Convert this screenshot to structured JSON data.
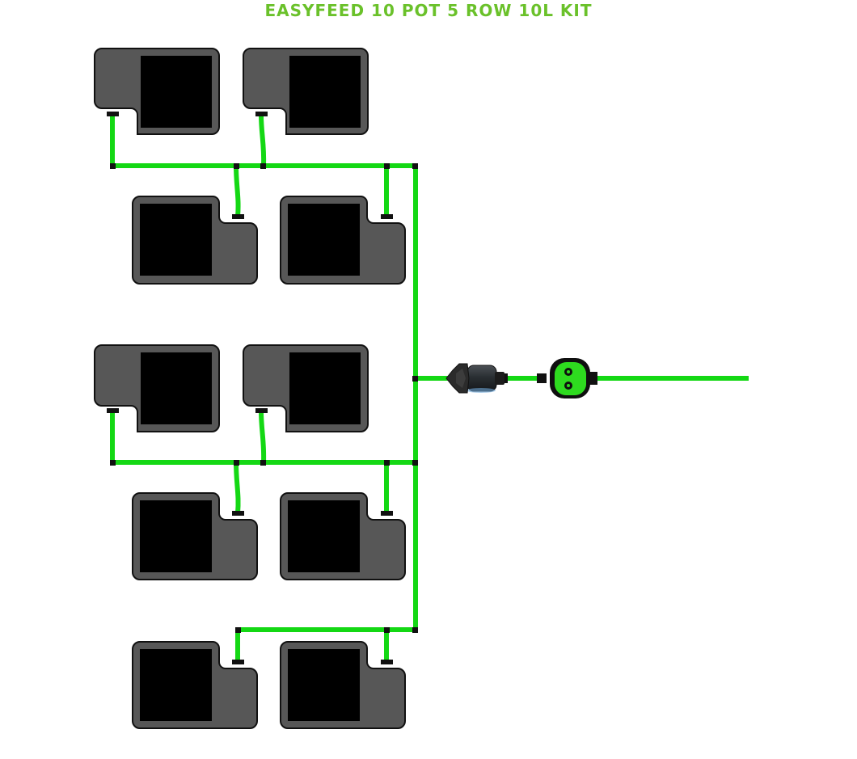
{
  "title": "EASYFEED 10 POT 5 ROW 10L KIT",
  "colors": {
    "title": "#6ac12a",
    "pipe": "#14d814",
    "joint": "#111111",
    "pot_outer": "#575757",
    "pot_inner": "#000000",
    "pot_outline": "#111111",
    "valve_body": "#2a2f33",
    "filter_body": "#0f0f0f",
    "filter_face": "#2edb1f"
  },
  "icons": {
    "pot": "square-pot-icon",
    "valve": "inline-valve-icon",
    "filter": "two-port-filter-icon"
  },
  "layout_summary": {
    "pots": 10,
    "rows": 5
  }
}
